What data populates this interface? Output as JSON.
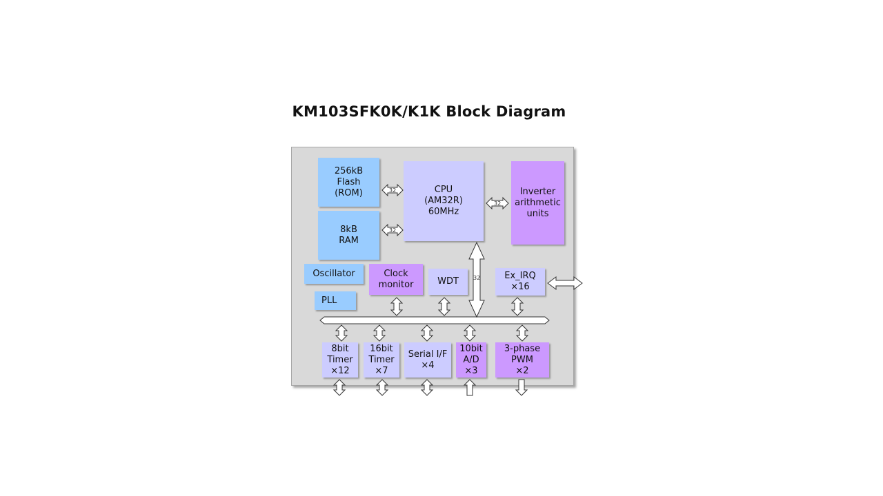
{
  "title": "KM103SFK0K/K1K Block Diagram",
  "colors": {
    "chip_bg": "#d9d9d9",
    "memory_blue": "#99ccff",
    "lavender": "#ccccff",
    "purple": "#cc99ff"
  },
  "blocks": {
    "flash": "256kB\nFlash\n(ROM)",
    "ram": "8kB\nRAM",
    "cpu": "CPU\n(AM32R)\n60MHz",
    "inverter": "Inverter\narithmetic\nunits",
    "oscillator": "Oscillator",
    "pll": "PLL",
    "clock_monitor": "Clock\nmonitor",
    "wdt": "WDT",
    "ex_irq": "Ex_IRQ\n×16",
    "timer8": "8bit\nTimer\n×12",
    "timer16": "16bit\nTimer\n×7",
    "serial": "Serial  I/F\n×4",
    "adc": "10bit\nA/D\n×3",
    "pwm": "3-phase\nPWM\n×2"
  },
  "bus_widths": {
    "flash_cpu": "32",
    "ram_cpu": "32",
    "cpu_inverter": "32",
    "cpu_bus": "32"
  }
}
